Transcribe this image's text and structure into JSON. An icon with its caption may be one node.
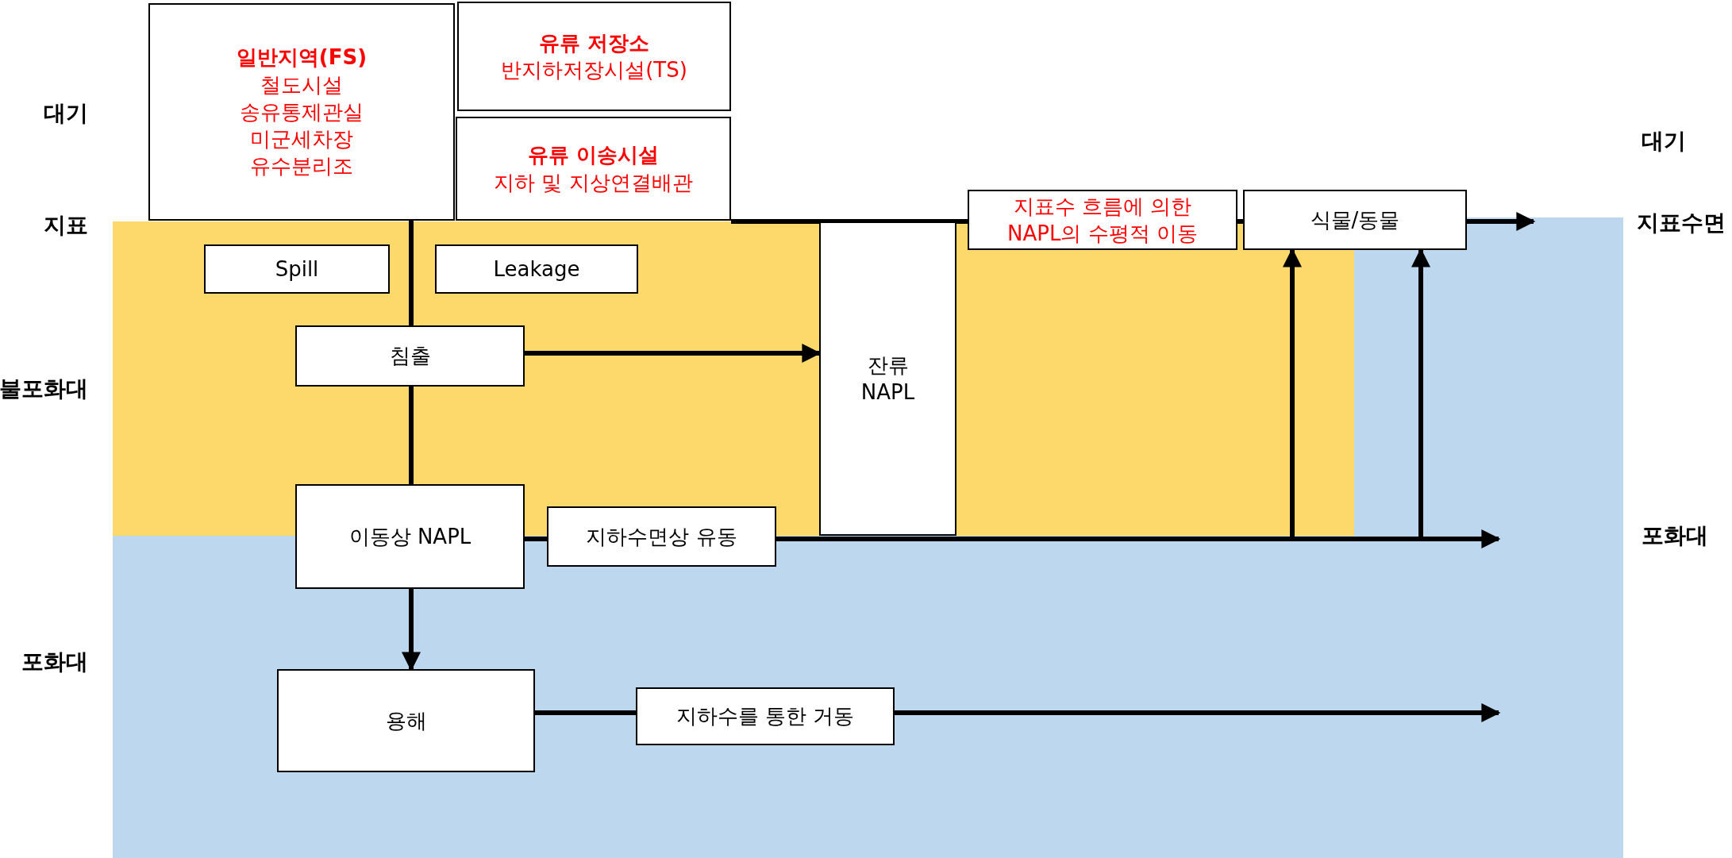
{
  "diagram": {
    "nodes": [
      {
        "text": [
          "일반지역(FS)",
          "철도시설",
          "송유통제관실",
          "미군세차장",
          "유수분리조"
        ]
      },
      {
        "text": [
          "유류 저장소",
          "반지하저장시설(TS)"
        ]
      },
      {
        "text": [
          "유류 이송시설",
          "지하 및 지상연결배관"
        ]
      },
      {
        "text": [
          "지표수 흐름에 의한 NAPL의 수평적 이동"
        ]
      },
      {
        "text": [
          "식물/동물"
        ]
      },
      {
        "text": [
          "Spill"
        ]
      },
      {
        "text": [
          "Leakage"
        ]
      },
      {
        "text": [
          "침출"
        ]
      },
      {
        "text": [
          "잔류 NAPL"
        ]
      },
      {
        "text": [
          "이동상 NAPL"
        ]
      },
      {
        "text": [
          "지하수면상 유동"
        ]
      },
      {
        "text": [
          "용해"
        ]
      },
      {
        "text": [
          "지하수를 통한 거동"
        ]
      }
    ],
    "edges": [
      {
        "from": 0,
        "to": 7,
        "arrow": "none"
      },
      {
        "from": 7,
        "to": 9,
        "arrow": "none"
      },
      {
        "from": 7,
        "to": 8,
        "arrow": "to"
      },
      {
        "from": 2,
        "to": 3,
        "arrow": "none"
      },
      {
        "from": 3,
        "to": 4,
        "arrow": "none"
      },
      {
        "from": 4,
        "to": null,
        "arrow": "to"
      },
      {
        "from": 9,
        "to": 10,
        "arrow": "none"
      },
      {
        "from": 10,
        "to": null,
        "arrow": "to"
      },
      {
        "from": 10,
        "to": 4,
        "arrow": "to"
      },
      {
        "from": 10,
        "to": 4,
        "arrow": "to"
      },
      {
        "from": 9,
        "to": 11,
        "arrow": "to"
      },
      {
        "from": 11,
        "to": 12,
        "arrow": "none"
      },
      {
        "from": 12,
        "to": null,
        "arrow": "to"
      }
    ],
    "labels": [
      "대기",
      "대기",
      "지표",
      "지표수면",
      "불포화대",
      "포화대",
      "포화대"
    ]
  }
}
